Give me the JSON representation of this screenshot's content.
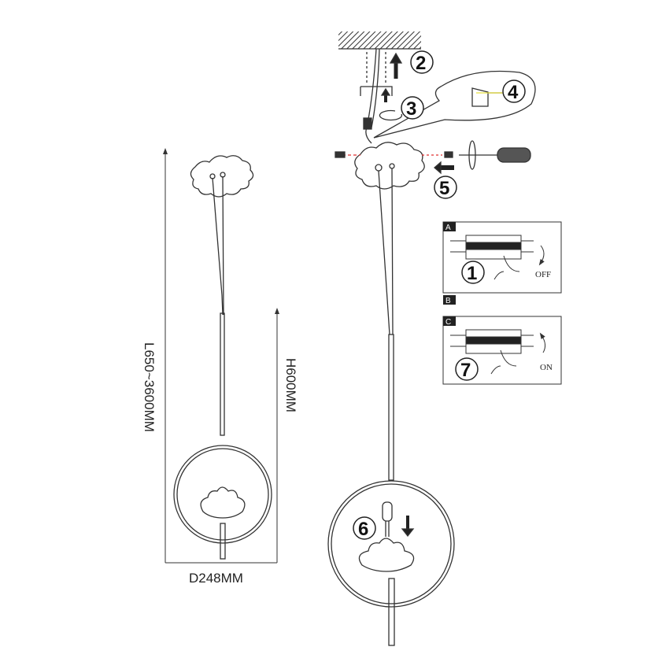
{
  "dimensions": {
    "length": "L650~3600MM",
    "height": "H600MM",
    "diameter": "D248MM"
  },
  "steps": {
    "s1": "1",
    "s2": "2",
    "s3": "3",
    "s4": "4",
    "s5": "5",
    "s6": "6",
    "s7": "7"
  },
  "panels": {
    "a_tag": "A",
    "a_state": "OFF",
    "b_tag": "B",
    "c_tag": "C",
    "c_state": "ON"
  },
  "colors": {
    "line": "#333333",
    "wire_marker": "#e03030",
    "connector": "#e8e040"
  }
}
